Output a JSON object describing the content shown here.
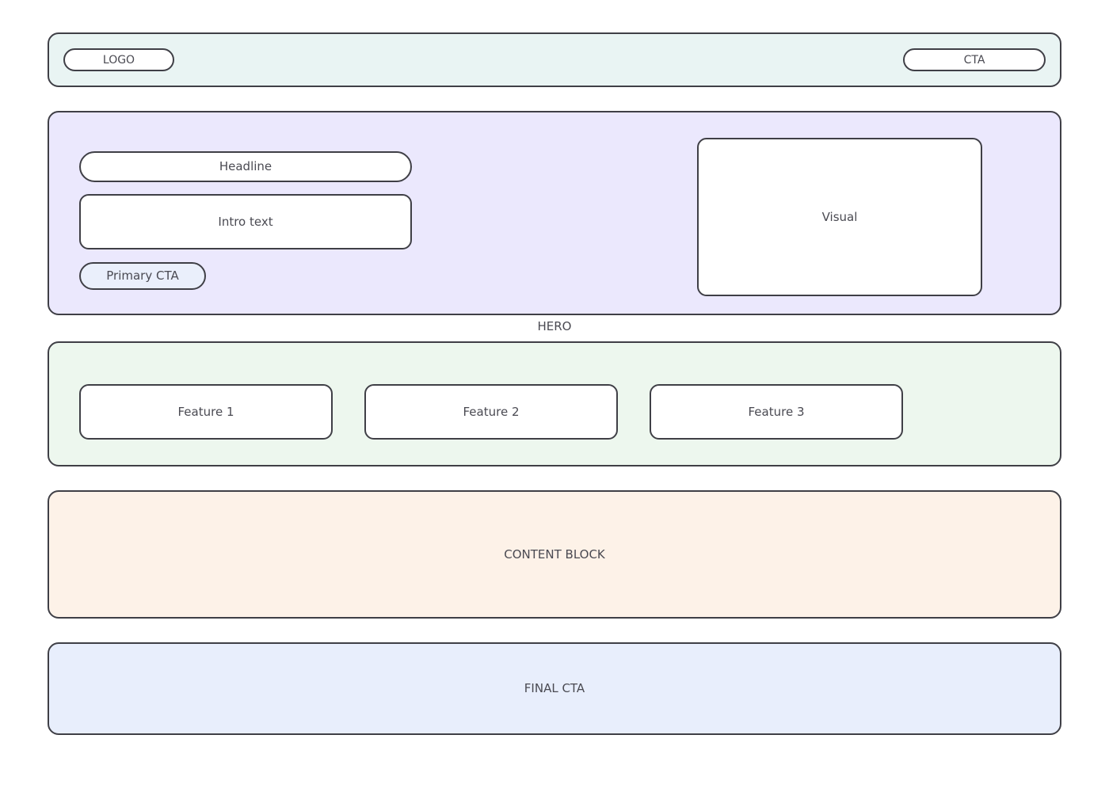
{
  "page": {
    "type": "landing-page-wireframe",
    "background": "#ffffff",
    "stroke_color": "#3f3f46",
    "text_color": "#4a4a52"
  },
  "header": {
    "fill": "#e9f4f3",
    "logo_label": "LOGO",
    "cta_label": "CTA"
  },
  "hero": {
    "fill": "#ebe8fd",
    "label": "HERO",
    "headline_label": "Headline",
    "intro_label": "Intro text",
    "primary_cta_label": "Primary CTA",
    "primary_cta_fill": "#eaeffb",
    "visual_label": "Visual"
  },
  "features": {
    "fill": "#edf7ee",
    "cards": [
      {
        "label": "Feature 1"
      },
      {
        "label": "Feature 2"
      },
      {
        "label": "Feature 3"
      }
    ]
  },
  "content": {
    "fill": "#fdf2e8",
    "label": "CONTENT BLOCK"
  },
  "final_cta": {
    "fill": "#e8eefc",
    "label": "FINAL CTA"
  }
}
